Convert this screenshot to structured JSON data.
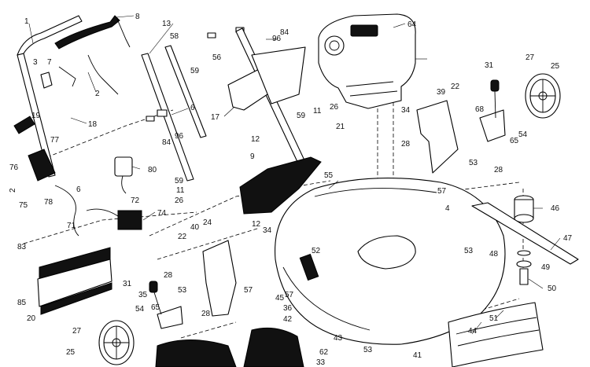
{
  "diagram": {
    "callouts": [
      {
        "id": "c1",
        "text": "1"
      },
      {
        "id": "c2",
        "text": "2"
      },
      {
        "id": "c2b",
        "text": "2"
      },
      {
        "id": "c3",
        "text": "3"
      },
      {
        "id": "c4",
        "text": "4"
      },
      {
        "id": "c6a",
        "text": "6"
      },
      {
        "id": "c6b",
        "text": "6"
      },
      {
        "id": "c7",
        "text": "7"
      },
      {
        "id": "c8",
        "text": "8"
      },
      {
        "id": "c9",
        "text": "9"
      },
      {
        "id": "c11a",
        "text": "11"
      },
      {
        "id": "c11b",
        "text": "11"
      },
      {
        "id": "c12a",
        "text": "12"
      },
      {
        "id": "c12b",
        "text": "12"
      },
      {
        "id": "c13",
        "text": "13"
      },
      {
        "id": "c17",
        "text": "17"
      },
      {
        "id": "c18",
        "text": "18"
      },
      {
        "id": "c19",
        "text": "19"
      },
      {
        "id": "c20",
        "text": "20"
      },
      {
        "id": "c21",
        "text": "21"
      },
      {
        "id": "c22a",
        "text": "22"
      },
      {
        "id": "c22b",
        "text": "22"
      },
      {
        "id": "c24",
        "text": "24"
      },
      {
        "id": "c25a",
        "text": "25"
      },
      {
        "id": "c25b",
        "text": "25"
      },
      {
        "id": "c26a",
        "text": "26"
      },
      {
        "id": "c26b",
        "text": "26"
      },
      {
        "id": "c27a",
        "text": "27"
      },
      {
        "id": "c27b",
        "text": "27"
      },
      {
        "id": "c28a",
        "text": "28"
      },
      {
        "id": "c28b",
        "text": "28"
      },
      {
        "id": "c28c",
        "text": "28"
      },
      {
        "id": "c28d",
        "text": "28"
      },
      {
        "id": "c31a",
        "text": "31"
      },
      {
        "id": "c31b",
        "text": "31"
      },
      {
        "id": "c33",
        "text": "33"
      },
      {
        "id": "c34a",
        "text": "34"
      },
      {
        "id": "c34b",
        "text": "34"
      },
      {
        "id": "c35",
        "text": "35"
      },
      {
        "id": "c36",
        "text": "36"
      },
      {
        "id": "c39",
        "text": "39"
      },
      {
        "id": "c40",
        "text": "40"
      },
      {
        "id": "c41",
        "text": "41"
      },
      {
        "id": "c42",
        "text": "42"
      },
      {
        "id": "c43",
        "text": "43"
      },
      {
        "id": "c44",
        "text": "44"
      },
      {
        "id": "c45",
        "text": "45"
      },
      {
        "id": "c46",
        "text": "46"
      },
      {
        "id": "c47",
        "text": "47"
      },
      {
        "id": "c48",
        "text": "48"
      },
      {
        "id": "c49",
        "text": "49"
      },
      {
        "id": "c50",
        "text": "50"
      },
      {
        "id": "c51",
        "text": "51"
      },
      {
        "id": "c52",
        "text": "52"
      },
      {
        "id": "c53a",
        "text": "53"
      },
      {
        "id": "c53b",
        "text": "53"
      },
      {
        "id": "c53c",
        "text": "53"
      },
      {
        "id": "c53d",
        "text": "53"
      },
      {
        "id": "c54a",
        "text": "54"
      },
      {
        "id": "c54b",
        "text": "54"
      },
      {
        "id": "c55",
        "text": "55"
      },
      {
        "id": "c56",
        "text": "56"
      },
      {
        "id": "c57a",
        "text": "57"
      },
      {
        "id": "c57b",
        "text": "57"
      },
      {
        "id": "c57c",
        "text": "57"
      },
      {
        "id": "c58",
        "text": "58"
      },
      {
        "id": "c59a",
        "text": "59"
      },
      {
        "id": "c59b",
        "text": "59"
      },
      {
        "id": "c59c",
        "text": "59"
      },
      {
        "id": "c62",
        "text": "62"
      },
      {
        "id": "c64",
        "text": "64"
      },
      {
        "id": "c65a",
        "text": "65"
      },
      {
        "id": "c65b",
        "text": "65"
      },
      {
        "id": "c68",
        "text": "68"
      },
      {
        "id": "c71",
        "text": "71"
      },
      {
        "id": "c72",
        "text": "72"
      },
      {
        "id": "c74",
        "text": "74"
      },
      {
        "id": "c75",
        "text": "75"
      },
      {
        "id": "c76",
        "text": "76"
      },
      {
        "id": "c77",
        "text": "77"
      },
      {
        "id": "c78",
        "text": "78"
      },
      {
        "id": "c80",
        "text": "80"
      },
      {
        "id": "c83",
        "text": "83"
      },
      {
        "id": "c84a",
        "text": "84"
      },
      {
        "id": "c84b",
        "text": "84"
      },
      {
        "id": "c85",
        "text": "85"
      },
      {
        "id": "c96a",
        "text": "96"
      },
      {
        "id": "c96b",
        "text": "96"
      }
    ]
  }
}
